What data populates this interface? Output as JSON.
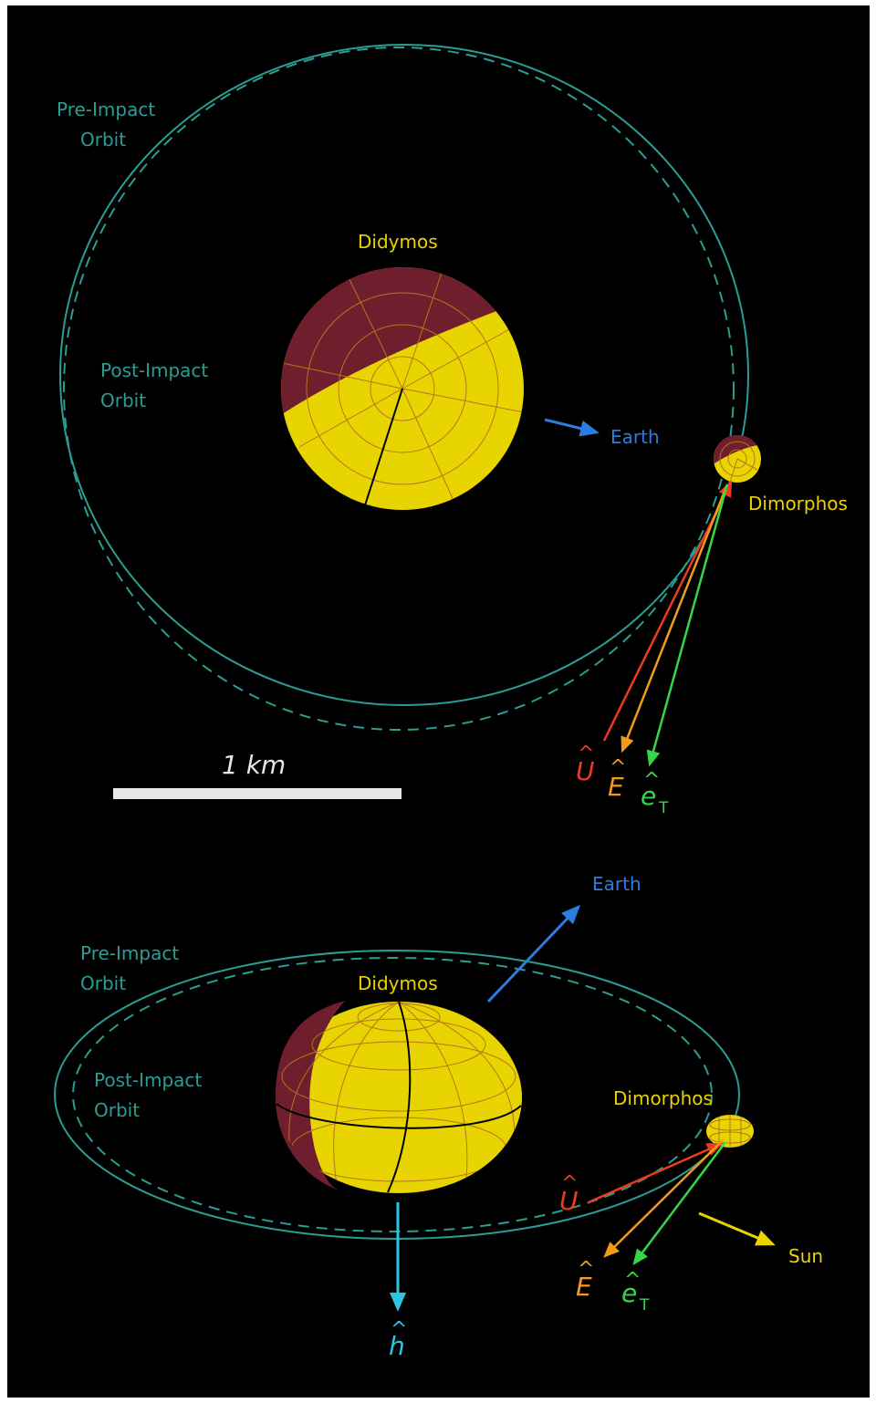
{
  "colors": {
    "orbit": "#2a9d94",
    "label_teal": "#2a9d94",
    "yellow_text": "#ecd200",
    "body_lit": "#e8d400",
    "body_dark": "#6e1e2c",
    "grid": "#b5761c",
    "earth": "#2b7de0",
    "u_vec": "#ee3a1f",
    "e_vec": "#f39b18",
    "et_vec": "#36d64a",
    "h_vec": "#2bc6e6",
    "sun": "#ecd200",
    "scale_bar": "#e6e6e6"
  },
  "top_view": {
    "pre_impact": [
      "Pre-Impact",
      "Orbit"
    ],
    "post_impact": [
      "Post-Impact",
      "Orbit"
    ],
    "didymos": "Didymos",
    "dimorphos": "Dimorphos",
    "earth": "Earth",
    "u_letter": "U",
    "e_letter": "E",
    "et_letter": "e",
    "et_sub": "T",
    "scale_label": "1 km"
  },
  "side_view": {
    "pre_impact": [
      "Pre-Impact",
      "Orbit"
    ],
    "post_impact": [
      "Post-Impact",
      "Orbit"
    ],
    "didymos": "Didymos",
    "dimorphos": "Dimorphos",
    "earth": "Earth",
    "sun": "Sun",
    "u_letter": "U",
    "e_letter": "E",
    "et_letter": "e",
    "et_sub": "T",
    "h_letter": "h"
  }
}
